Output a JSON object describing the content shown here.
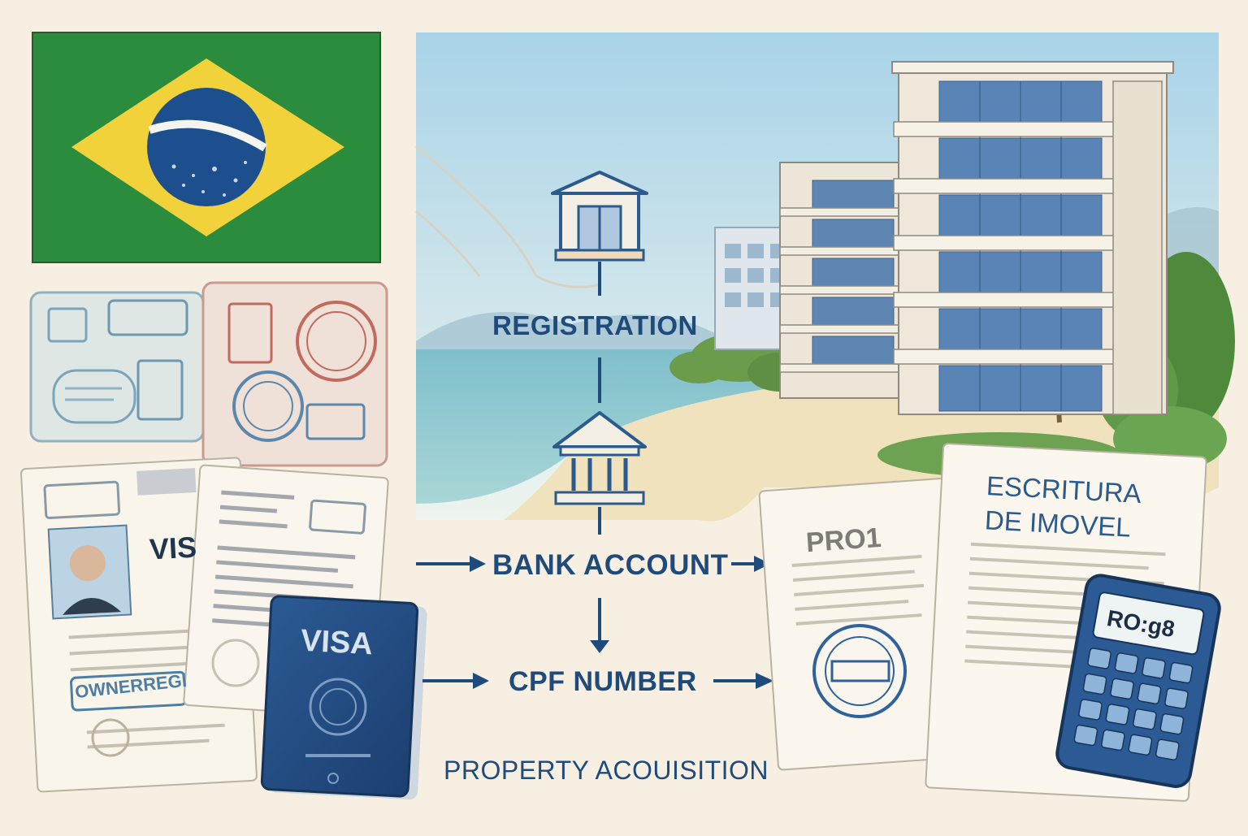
{
  "flow": {
    "registration": "REGISTRATION",
    "bank_account": "BANK ACCOUNT",
    "cpf_number": "CPF NUMBER",
    "property_acquisition": "PROPERTY ACOUISITION"
  },
  "documents": {
    "visa_card_label": "VIS",
    "passport_label": "VISA",
    "stamp_label": "OWNERREGI",
    "contract_title": "PRO1",
    "deed_title_line1": "ESCRITURA",
    "deed_title_line2": "DE IMOVEL",
    "calculator_display": "RO:g8"
  },
  "colors": {
    "background": "#f7f0e2",
    "accent_blue": "#1f4a7c",
    "flag_green": "#2a8c3c",
    "flag_yellow": "#f2d23a",
    "flag_blue": "#1d4f8e",
    "sea": "#8cc7cf",
    "sand": "#f0e2bd",
    "stamp_red": "#c06b5e"
  }
}
